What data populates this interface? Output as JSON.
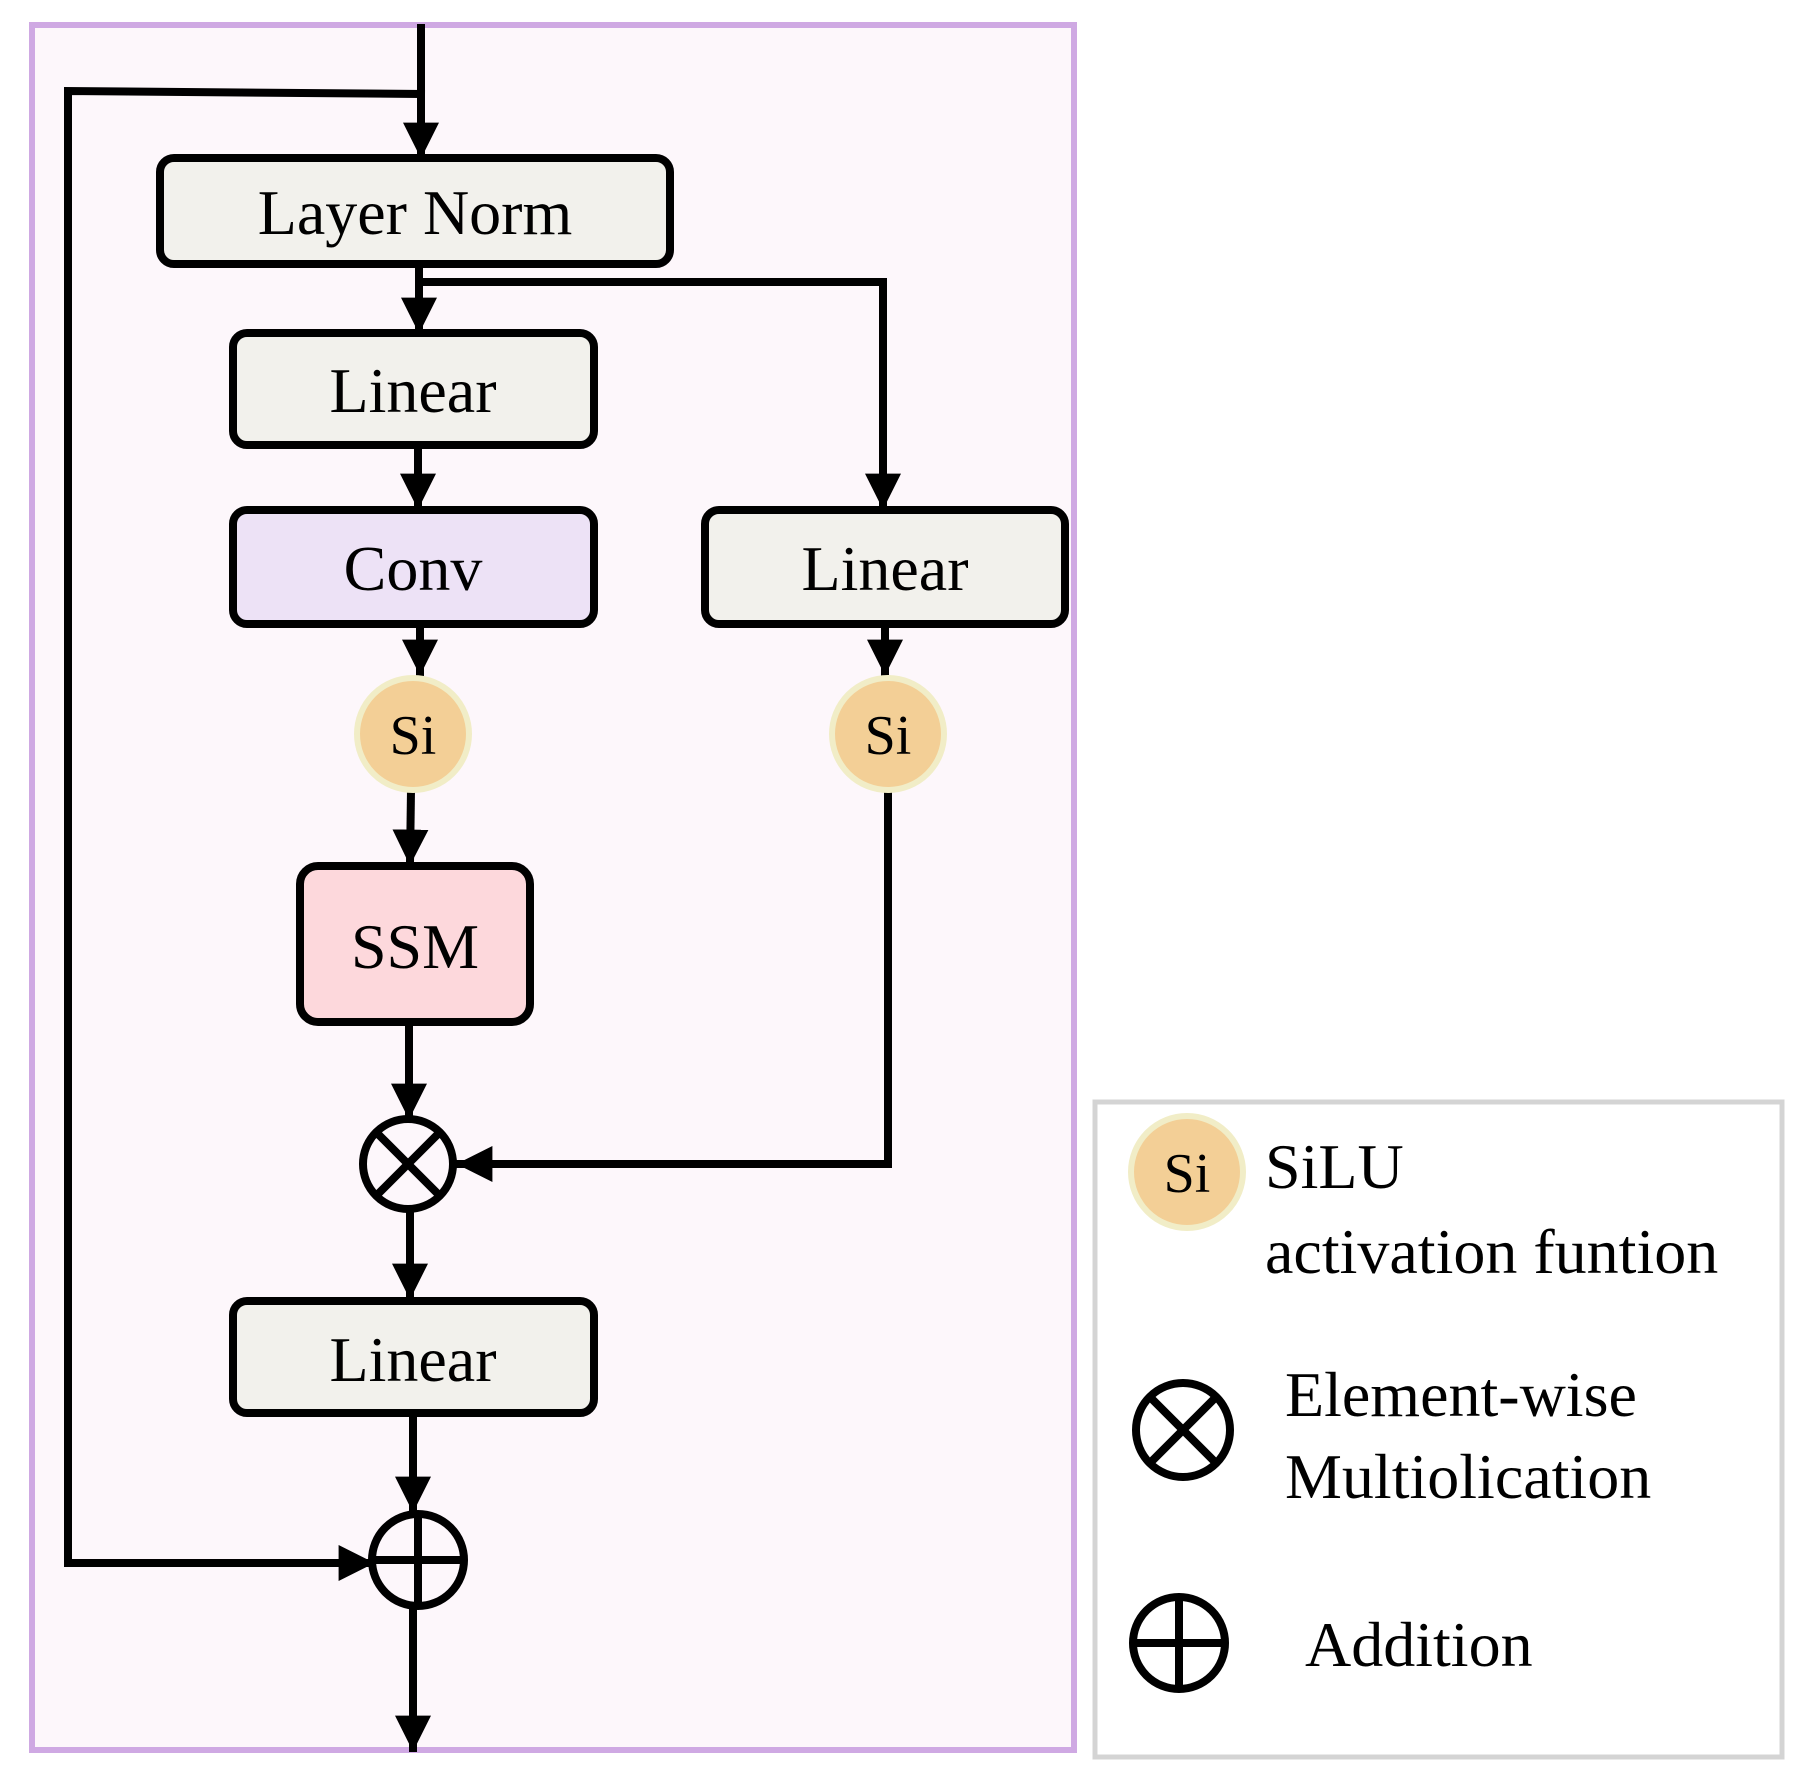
{
  "colors": {
    "panel_fill": "#fdf7fb",
    "panel_border": "#cfa9e3",
    "box_gray": "#f2f1ec",
    "box_conv": "#ede2f6",
    "box_ssm": "#fdd8dc",
    "si_fill": "#f3cf96",
    "si_ring": "#f1edc7",
    "legend_border": "#d4d4d4",
    "line": "#000000"
  },
  "nodes": {
    "layer_norm": "Layer Norm",
    "linear_top": "Linear",
    "conv": "Conv",
    "linear_right": "Linear",
    "si_left": "Si",
    "si_right": "Si",
    "ssm": "SSM",
    "linear_bottom": "Linear"
  },
  "legend": {
    "si_symbol": "Si",
    "silu_line1": "SiLU",
    "silu_line2": "activation funtion",
    "mult_line1": "Element-wise",
    "mult_line2": "Multiolication",
    "addition": "Addition"
  }
}
